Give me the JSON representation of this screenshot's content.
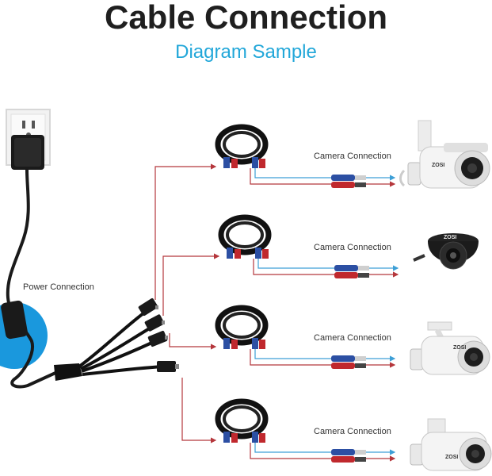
{
  "header": {
    "title": "Cable Connection",
    "subtitle": "Diagram Sample"
  },
  "labels": {
    "power": "Power Connection",
    "cameras": [
      "Camera Connection",
      "Camera Connection",
      "Camera Connection",
      "Camera Connection"
    ]
  },
  "cameras": [
    {
      "style": "bullet",
      "brand": "ZOSI"
    },
    {
      "style": "dome",
      "brand": "ZOSI"
    },
    {
      "style": "bullet",
      "brand": "ZOSI"
    },
    {
      "style": "bullet",
      "brand": "ZOSI"
    }
  ],
  "colors": {
    "title": "#1f1f1f",
    "subtitle": "#22a7d9",
    "power_line": "#b5373c",
    "video_line": "#3d9fd6",
    "accent_circle": "#1a98dd"
  }
}
